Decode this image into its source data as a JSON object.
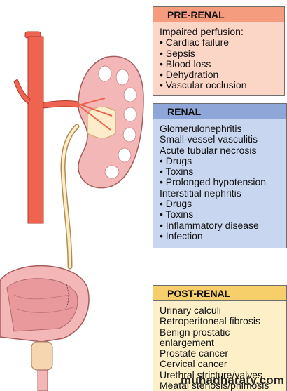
{
  "colors": {
    "prerenal_header": "#f59b7e",
    "prerenal_body": "#fbd6c6",
    "renal_header": "#8ea7d8",
    "renal_body": "#c9d6f0",
    "postrenal_header": "#f6cf6a",
    "postrenal_body": "#fdf0c8",
    "artery": "#ee6450",
    "kidney": "#f4b7b8"
  },
  "panels": {
    "prerenal": {
      "title": "PRE-RENAL",
      "lines": [
        "Impaired perfusion:",
        "• Cardiac failure",
        "• Sepsis",
        "• Blood loss",
        "• Dehydration",
        "• Vascular occlusion"
      ]
    },
    "renal": {
      "title": "RENAL",
      "lines": [
        "Glomerulonephritis",
        "Small-vessel vasculitis",
        "Acute tubular necrosis",
        "• Drugs",
        "• Toxins",
        "• Prolonged hypotension",
        "Interstitial nephritis",
        "• Drugs",
        "• Toxins",
        "• Inflammatory disease",
        "• Infection"
      ]
    },
    "postrenal": {
      "title": "POST-RENAL",
      "lines": [
        "Urinary calculi",
        "Retroperitoneal fibrosis",
        "Benign prostatic",
        "enlargement",
        "Prostate cancer",
        "Cervical cancer",
        "Urethral stricture/valves",
        "Meatal stenosis/phimosis"
      ]
    }
  },
  "watermark": "muhadharaty.com"
}
